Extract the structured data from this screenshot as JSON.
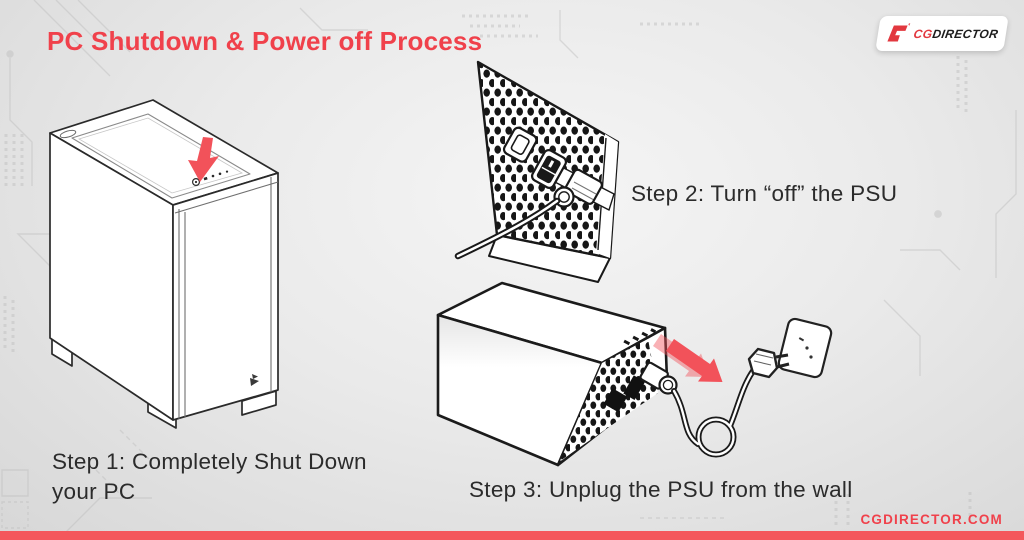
{
  "page": {
    "title": "PC Shutdown & Power off Process",
    "website_footer": "CGDIRECTOR.COM",
    "colors": {
      "accent_red": "#F0414B",
      "footer_bar_red": "#F4575C",
      "arrow_red": "#F2525A",
      "text_dark": "#2B2B2B",
      "outline_dark": "#1E1E1E"
    }
  },
  "logo": {
    "mark": "cgdirector-g-mark",
    "text_cg": "CG",
    "text_director": "DIRECTOR"
  },
  "steps": [
    {
      "label": "Step 1: Completely Shut Down your PC",
      "line1": "Step 1: Completely Shut Down",
      "line2": "your PC",
      "illustration": "pc-tower-power-button-arrow"
    },
    {
      "label": "Step 2: Turn “off” the PSU",
      "illustration": "psu-rear-power-switch"
    },
    {
      "label": "Step 3: Unplug the PSU from the wall",
      "illustration": "psu-unplugged-from-wall-outlet"
    }
  ]
}
